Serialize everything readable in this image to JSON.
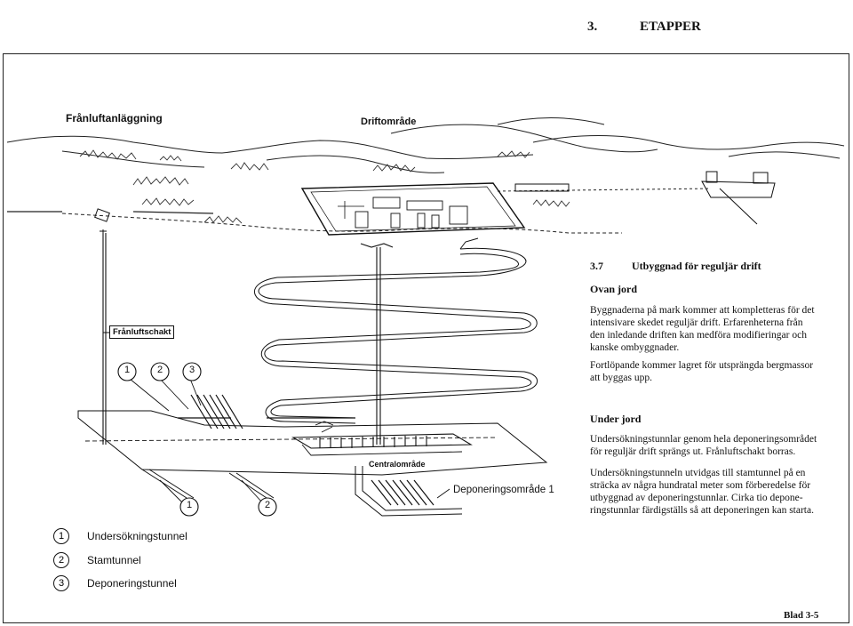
{
  "header": {
    "chapter_number": "3.",
    "chapter_title": "ETAPPER"
  },
  "diagram_labels": {
    "franluftanlaggning": "Frånluftanläggning",
    "driftomrade": "Driftområde",
    "franluftschakt": "Frånluftschakt",
    "centralomrade": "Centralområde",
    "deponeringsomrade": "Deponeringsområde 1",
    "markers": [
      "1",
      "2",
      "3"
    ],
    "lower_markers": [
      "1",
      "2"
    ]
  },
  "section": {
    "number": "3.7",
    "title": "Utbyggnad för reguljär drift",
    "ovan_heading": "Ovan jord",
    "ovan_p1": "Byggnaderna på mark kommer att kompletteras för det intensivare skedet reguljär drift. Erfarenheterna från den inledande driften kan medföra modifieringar och kanske ombyggnader.",
    "ovan_p2": "Fortlöpande kommer lagret för utsprängda bergmassor att byggas upp.",
    "under_heading": "Under jord",
    "under_p1": "Undersökningstunnlar genom hela deponeringsområdet för reguljär drift sprängs ut. Frånluftschakt borras.",
    "under_p2": "Undersökningstunneln utvidgas till stamtunnel på en sträcka av några hundratal meter som förberedelse för utbyggnad av deponeringstunnlar. Cirka tio depone-ringstunnlar färdigställs så att deponeringen kan starta."
  },
  "legend": [
    {
      "num": "1",
      "label": "Undersökningstunnel"
    },
    {
      "num": "2",
      "label": "Stamtunnel"
    },
    {
      "num": "3",
      "label": "Deponeringstunnel"
    }
  ],
  "footer": {
    "page_label": "Blad 3-5"
  }
}
